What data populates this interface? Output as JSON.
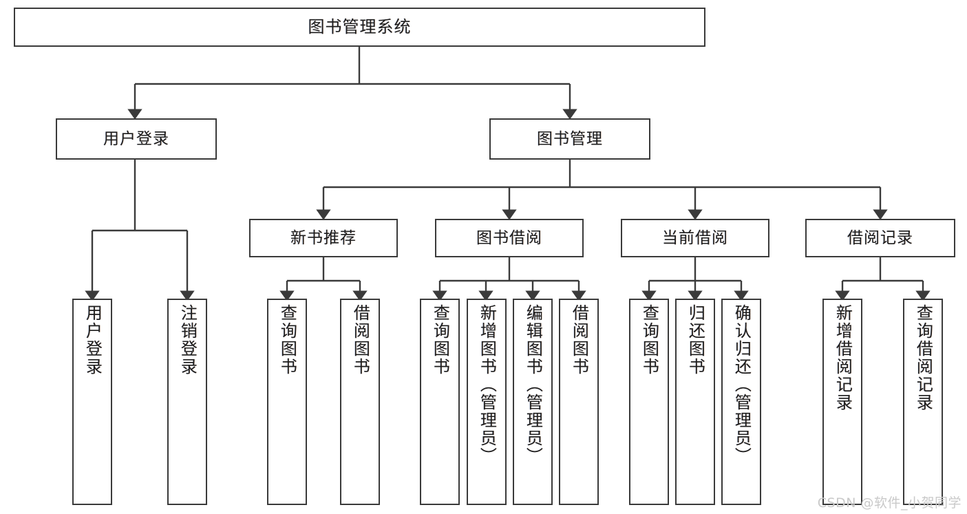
{
  "diagram": {
    "title": "图书管理系统",
    "type": "tree-hierarchy",
    "watermark": "CSDN @软件_小贺同学",
    "line_color": "#3a3a3a",
    "box_fill": "#ffffff",
    "text_color": "#1e1e1e",
    "nodes": {
      "root": {
        "label": "图书管理系统"
      },
      "level2": [
        {
          "label": "用户登录"
        },
        {
          "label": "图书管理"
        }
      ],
      "level3": [
        {
          "label": "新书推荐"
        },
        {
          "label": "图书借阅"
        },
        {
          "label": "当前借阅"
        },
        {
          "label": "借阅记录"
        }
      ],
      "leaves": {
        "user_login": [
          {
            "label": "用户登录"
          },
          {
            "label": "注销登录"
          }
        ],
        "new_book_recommend": [
          {
            "label": "查询图书"
          },
          {
            "label": "借阅图书"
          }
        ],
        "book_borrow": [
          {
            "label": "查询图书"
          },
          {
            "label": "新增图书（管理员）"
          },
          {
            "label": "编辑图书（管理员）"
          },
          {
            "label": "借阅图书"
          }
        ],
        "current_borrow": [
          {
            "label": "查询图书"
          },
          {
            "label": "归还图书"
          },
          {
            "label": "确认归还（管理员）"
          }
        ],
        "borrow_record": [
          {
            "label": "新增借阅记录"
          },
          {
            "label": "查询借阅记录"
          }
        ]
      }
    }
  }
}
